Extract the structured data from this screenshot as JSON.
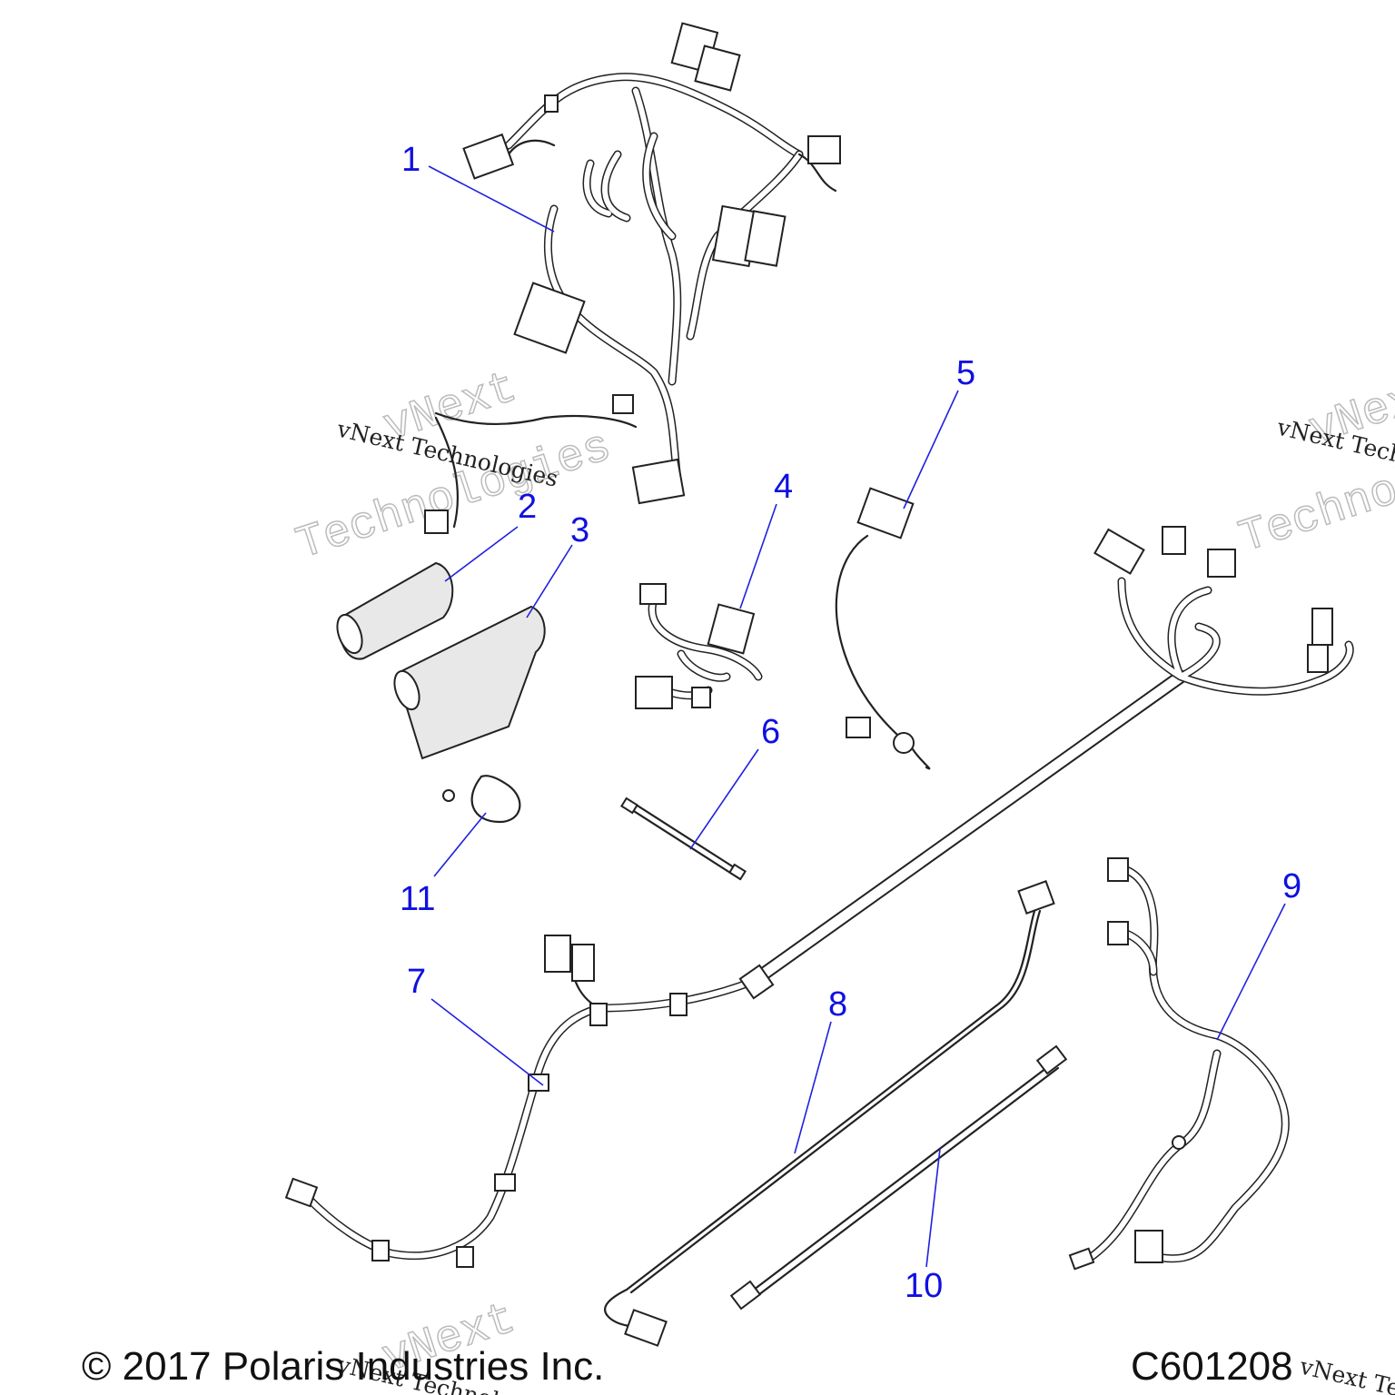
{
  "callouts": {
    "c1": "1",
    "c2": "2",
    "c3": "3",
    "c4": "4",
    "c5": "5",
    "c6": "6",
    "c7": "7",
    "c8": "8",
    "c9": "9",
    "c10": "10",
    "c11": "11"
  },
  "watermark": {
    "line1": "vNext Technologies",
    "word_a": "vNext",
    "word_b": "Technologies"
  },
  "footer": {
    "copyright": "© 2017 Polaris Industries Inc.",
    "diagram_id": "C601208"
  },
  "colors": {
    "callout": "#1010e0",
    "line": "#222222",
    "background": "#ffffff"
  }
}
